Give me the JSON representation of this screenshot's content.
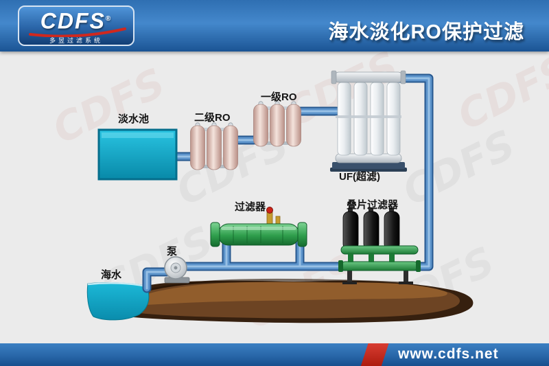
{
  "header": {
    "logo_text": "CDFS",
    "logo_registered": "®",
    "logo_subtext": "多昱过滤系统",
    "title": "海水淡化RO保护过滤"
  },
  "diagram": {
    "labels": {
      "freshwater_pool": "淡水池",
      "second_stage_ro": "二级RO",
      "first_stage_ro": "一级RO",
      "uf": "UF(超滤)",
      "filter": "过滤器",
      "disc_filter": "叠片过滤器",
      "pump": "泵",
      "seawater": "海水"
    },
    "watermark_text": "CDFS",
    "colors": {
      "header_blue": "#2c6cb0",
      "pipe_blue": "#5d94cb",
      "equipment_green": "#2f9e4c",
      "water_teal": "#0aa3c4",
      "ro_vessel_pink": "#e9d2ca",
      "brand_red": "#cf2a1f",
      "ground_brown": "#6d4423"
    }
  },
  "footer": {
    "url": "www.cdfs.net"
  }
}
